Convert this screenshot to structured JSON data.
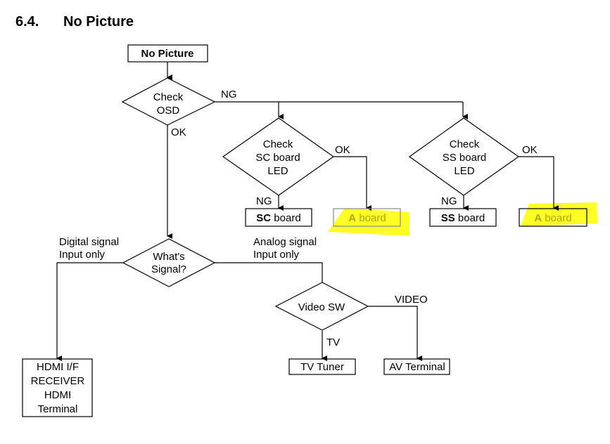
{
  "heading": {
    "number": "6.4.",
    "title": "No Picture"
  },
  "colors": {
    "line": "#000000",
    "highlight": "#ffff00",
    "faded_text": "#a0a000"
  },
  "nodes": {
    "start": {
      "label": "No Picture"
    },
    "check_osd": {
      "line1": "Check",
      "line2": "OSD"
    },
    "check_sc": {
      "line1": "Check",
      "line2": "SC board",
      "line3": "LED"
    },
    "check_ss": {
      "line1": "Check",
      "line2": "SS board",
      "line3": "LED"
    },
    "sc_board": {
      "bold": "SC",
      "rest": " board"
    },
    "a_board_1": {
      "bold": "A",
      "rest": " board",
      "highlighted": true
    },
    "ss_board": {
      "bold": "SS",
      "rest": " board"
    },
    "a_board_2": {
      "bold": "A",
      "rest": " board",
      "highlighted": true
    },
    "whats_signal": {
      "line1": "What's",
      "line2": "Signal?"
    },
    "video_sw": {
      "label": "Video SW"
    },
    "hdmi": {
      "line1": "HDMI I/F",
      "line2": "RECEIVER",
      "line3": "HDMI",
      "line4": "Terminal"
    },
    "tv_tuner": {
      "label": "TV Tuner"
    },
    "av_terminal": {
      "label": "AV Terminal"
    }
  },
  "edges": {
    "osd_ng": "NG",
    "osd_ok": "OK",
    "sc_ok": "OK",
    "sc_ng": "NG",
    "ss_ok": "OK",
    "ss_ng": "NG",
    "digital_line1": "Digital signal",
    "digital_line2": "Input only",
    "analog_line1": "Analog signal",
    "analog_line2": "Input only",
    "video": "VIDEO",
    "tv": "TV"
  }
}
